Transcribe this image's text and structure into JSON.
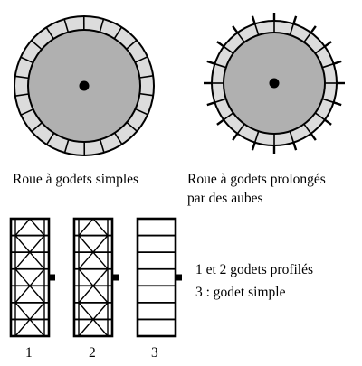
{
  "figure": {
    "colors": {
      "hub_fill": "#b0b0b0",
      "bucket_fill": "#dcdcdc",
      "outline": "#000000",
      "background": "#ffffff"
    },
    "wheels": [
      {
        "caption": "Roue à godets simples",
        "buckets": 22,
        "blades": false
      },
      {
        "caption_line1": "Roue à godets prolongés",
        "caption_line2": "par des aubes",
        "buckets": 20,
        "blades": true
      }
    ],
    "bucket_views": [
      {
        "number": "1",
        "type": "profilé",
        "cells": 7
      },
      {
        "number": "2",
        "type": "profilé",
        "cells": 7
      },
      {
        "number": "3",
        "type": "simple",
        "cells": 7
      }
    ],
    "legend": {
      "line1": "1 et 2 godets profilés",
      "line2": "3 : godet simple"
    }
  }
}
